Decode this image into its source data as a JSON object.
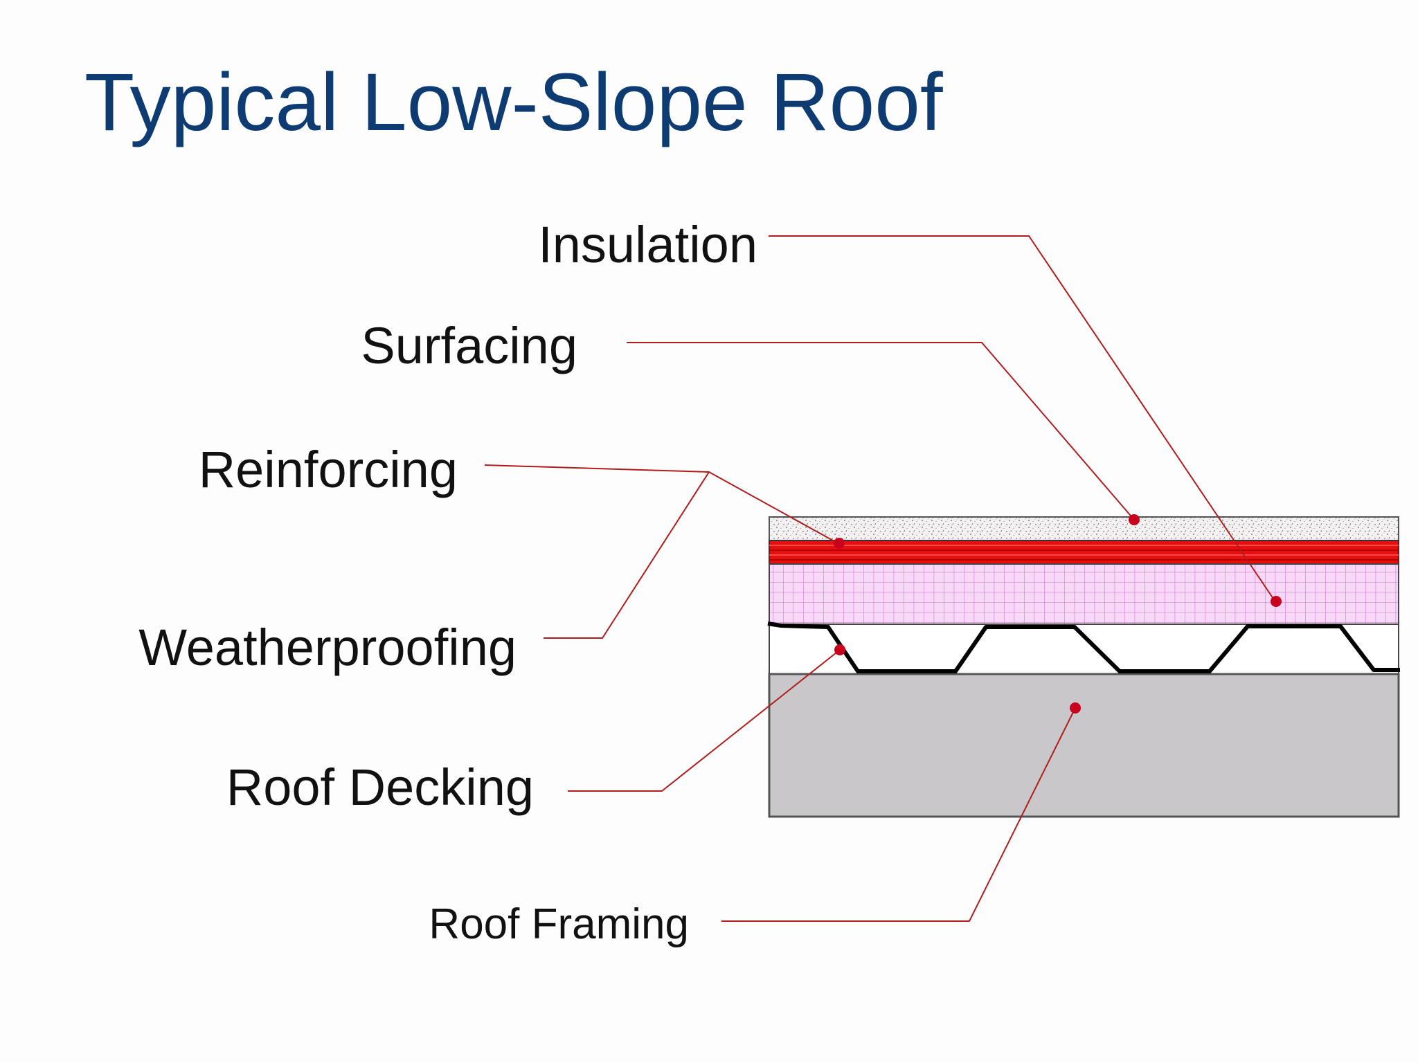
{
  "slide": {
    "title": "Typical Low-Slope Roof"
  },
  "labels": {
    "insulation": "Insulation",
    "surfacing": "Surfacing",
    "reinforcing": "Reinforcing",
    "weatherproofing": "Weatherproofing",
    "roof_decking": "Roof Decking",
    "roof_framing": "Roof Framing"
  },
  "colors": {
    "title": "#0d3b72",
    "leader_line": "#b01c1c",
    "leader_dot": "#c8001e",
    "surfacing_layer": "#f1efef",
    "reinforcing_layer": "#ee1111",
    "insulation_layer": "#f6d3f6",
    "insulation_grid": "#d98bd9",
    "framing_layer": "#c8c6c8"
  }
}
